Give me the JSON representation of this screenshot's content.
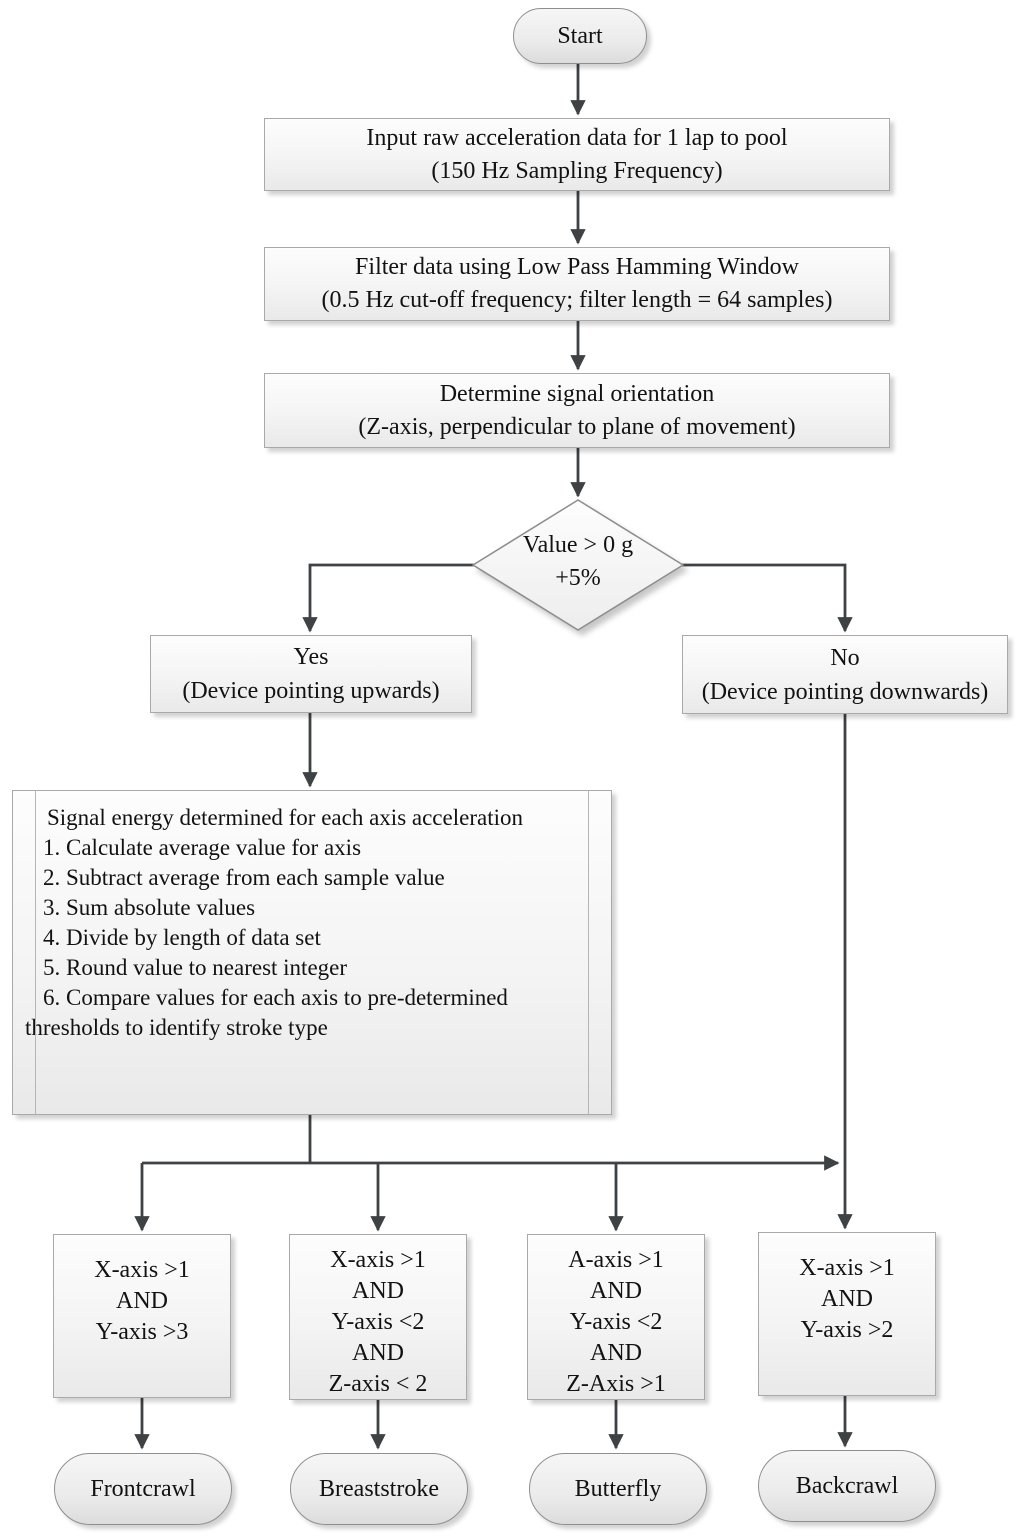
{
  "colors": {
    "connector": "#3f4245",
    "box_border": "#a9a9a9",
    "box_fill_top": "#fdfdfd",
    "box_fill_bottom": "#e9e9e9",
    "text": "#121212"
  },
  "nodes": {
    "start": {
      "label": "Start"
    },
    "input": {
      "lines": [
        "Input raw acceleration data for 1 lap to pool",
        "(150 Hz Sampling Frequency)"
      ]
    },
    "filter": {
      "lines": [
        "Filter data using Low Pass Hamming Window",
        "(0.5 Hz cut-off frequency; filter length = 64 samples)"
      ]
    },
    "orientation": {
      "lines": [
        "Determine signal orientation",
        "(Z-axis, perpendicular to plane of movement)"
      ]
    },
    "decision": {
      "lines": [
        "Value > 0 g",
        "+5%"
      ]
    },
    "yes_branch": {
      "lines": [
        "Yes",
        "(Device pointing upwards)"
      ]
    },
    "no_branch": {
      "lines": [
        "No",
        "(Device pointing downwards)"
      ]
    },
    "signal_energy": {
      "lines": [
        "Signal energy determined for each axis acceleration",
        "1. Calculate average value for axis",
        "2. Subtract average from each sample value",
        "3. Sum absolute values",
        "4. Divide by length of data set",
        "5. Round value to nearest integer",
        "6. Compare values for each axis to pre-determined",
        "thresholds to identify stroke type"
      ]
    },
    "cond_frontcrawl": {
      "lines": [
        "X-axis >1",
        "AND",
        "Y-axis >3"
      ]
    },
    "cond_breaststroke": {
      "lines": [
        "X-axis >1",
        "AND",
        "Y-axis <2",
        "AND",
        "Z-axis < 2"
      ]
    },
    "cond_butterfly": {
      "lines": [
        "A-axis >1",
        "AND",
        "Y-axis <2",
        "AND",
        "Z-Axis >1"
      ]
    },
    "cond_backcrawl": {
      "lines": [
        "X-axis >1",
        "AND",
        "Y-axis >2"
      ]
    },
    "frontcrawl": {
      "label": "Frontcrawl"
    },
    "breaststroke": {
      "label": "Breaststroke"
    },
    "butterfly": {
      "label": "Butterfly"
    },
    "backcrawl": {
      "label": "Backcrawl"
    }
  }
}
